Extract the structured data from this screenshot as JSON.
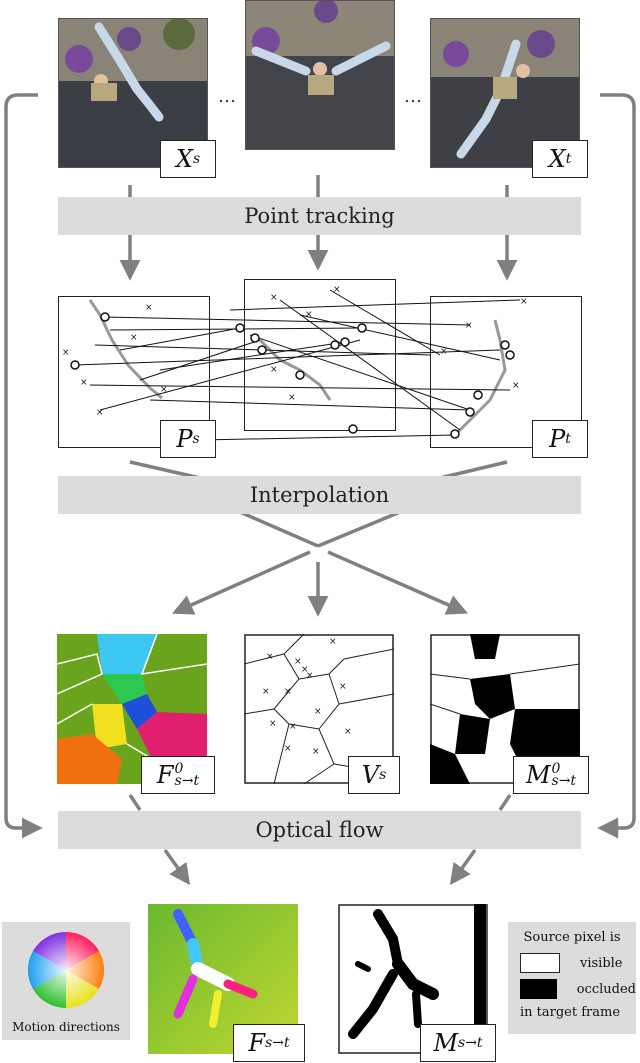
{
  "steps": {
    "tracking": "Point tracking",
    "interpolation": "Interpolation",
    "flow": "Optical flow"
  },
  "labels": {
    "xs_main": "X",
    "xs_sub": "s",
    "xt_main": "X",
    "xt_sub": "t",
    "ps_main": "P",
    "ps_sub": "s",
    "pt_main": "P",
    "pt_sub": "t",
    "f0_main": "F",
    "f0_sub": "s→t",
    "f0_sup": "0",
    "vs_main": "V",
    "vs_sub": "s",
    "m0_main": "M",
    "m0_sub": "s→t",
    "m0_sup": "0",
    "f_main": "F",
    "f_sub": "s→t",
    "m_main": "M",
    "m_sub": "s→t"
  },
  "ellipsis": "…",
  "wheel_caption": "Motion directions",
  "legend": {
    "title": "Source pixel is",
    "visible": "visible",
    "occluded": "occluded",
    "footer": "in target frame"
  },
  "colors": {
    "bar": "#dcdcdc",
    "arrow": "#808080",
    "flow_green": "#6aa31c",
    "flow_cyan": "#3cc8f0",
    "flow_blue": "#1e4fd8",
    "flow_magenta": "#e0206e",
    "flow_yellow": "#f0e020",
    "flow_orange": "#f07010"
  }
}
